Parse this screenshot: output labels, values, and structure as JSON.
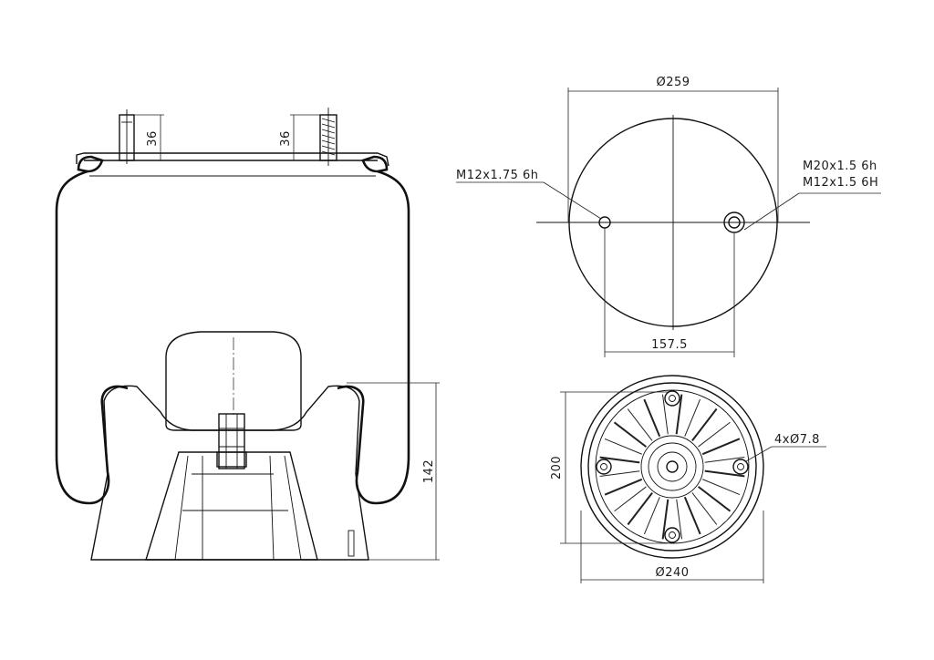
{
  "dimensions": {
    "stud_height_left": "36",
    "stud_height_right": "36",
    "top_diameter": "Ø259",
    "thread_left": "M12x1.75 6h",
    "thread_right_1": "M20x1.5 6h",
    "thread_right_2": "M12x1.5 6H",
    "stud_spacing": "157.5",
    "base_height": "200",
    "base_holes": "4xØ7.8",
    "base_diameter": "Ø240",
    "overall_height": "142"
  }
}
